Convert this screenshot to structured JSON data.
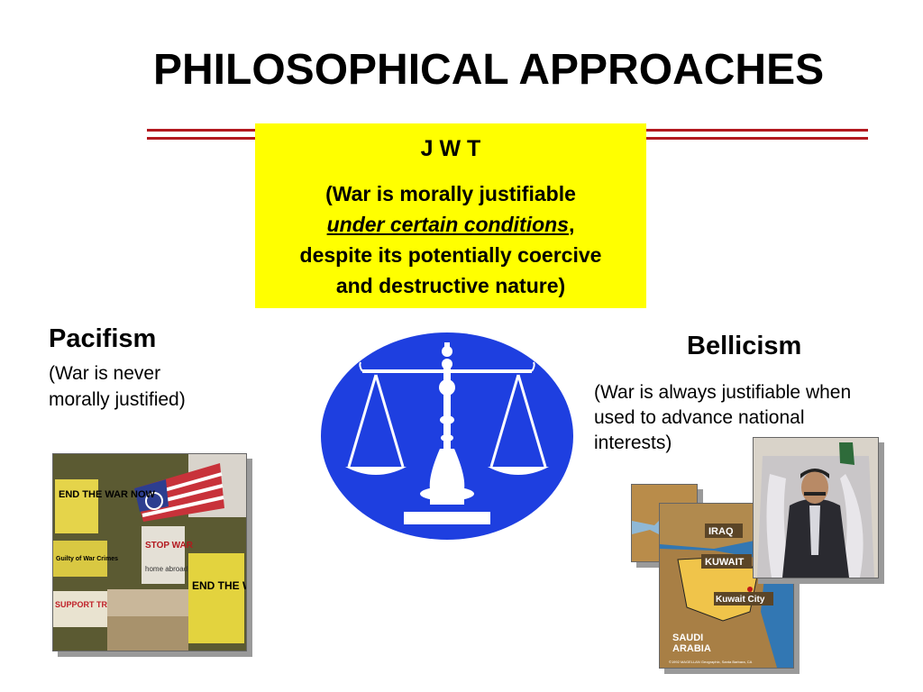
{
  "slide": {
    "title": "PHILOSOPHICAL APPROACHES",
    "accent_color": "#b3191f",
    "highlight_color": "#ffff00"
  },
  "jwt": {
    "heading": "J W T",
    "line1": "(War is morally justifiable",
    "emphasis": "under certain conditions",
    "comma": ",",
    "line3": "despite its potentially coercive",
    "line4": "and destructive nature)"
  },
  "pacifism": {
    "title": "Pacifism",
    "desc_line1": "(War is never",
    "desc_line2": "morally justified)"
  },
  "bellicism": {
    "title": "Bellicism",
    "desc_line1": "(War is always justifiable when",
    "desc_line2": "used to advance national",
    "desc_line3": "interests)"
  },
  "images": {
    "scales_icon": "scales-of-justice-icon",
    "protest_signs": {
      "sign1": "END THE WAR NOW",
      "sign2": "STOP WAR",
      "sign3": "home abroad",
      "sign4": "Guilty of War Crimes",
      "sign5": "SUPPORT TROOPS",
      "sign6": "END THE WAR"
    },
    "map_labels": {
      "iraq": "IRAQ",
      "kuwait": "KUWAIT",
      "kuwait_city": "Kuwait City",
      "saudi": "SAUDI",
      "arabia": "ARABIA",
      "credit": "©1992 MAGELLAN Geographix, Santa Barbara, CA"
    }
  }
}
